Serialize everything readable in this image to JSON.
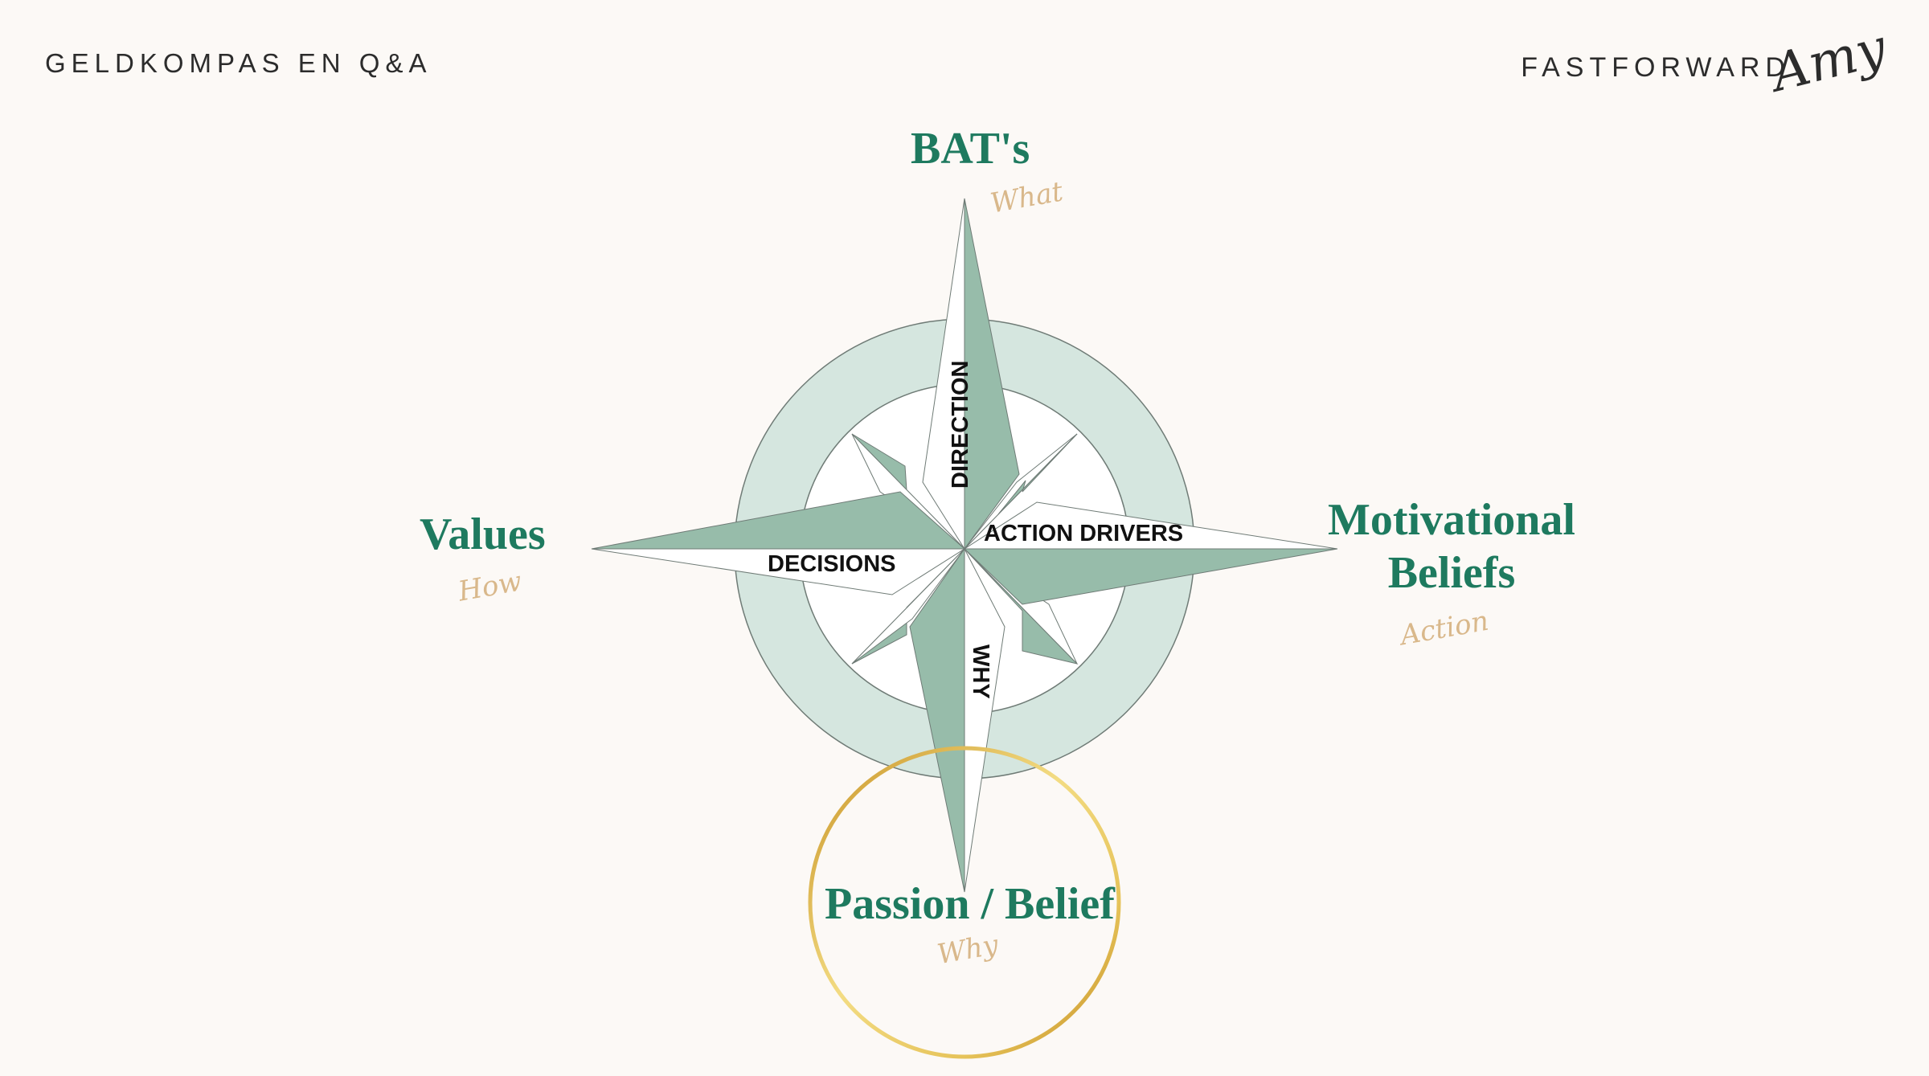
{
  "header": {
    "title": "GELDKOMPAS EN Q&A"
  },
  "brand": {
    "name": "FASTFORWARD",
    "script": "Amy"
  },
  "compass": {
    "top": {
      "label": "BAT's",
      "sub": "What"
    },
    "left": {
      "label": "Values",
      "sub": "How"
    },
    "right": {
      "label_line1": "Motivational",
      "label_line2": "Beliefs",
      "sub": "Action"
    },
    "bottom": {
      "label": "Passion / Belief",
      "sub": "Why"
    },
    "inner": {
      "north": "DIRECTION",
      "east": "ACTION DRIVERS",
      "west": "DECISIONS",
      "south": "WHY"
    },
    "colors": {
      "ring": "#d5e6df",
      "point": "#97bcaa",
      "outline": "#6f7b76",
      "gold": "#d9a93a",
      "label": "#1e7a5f",
      "sub": "#d9b88b"
    }
  }
}
